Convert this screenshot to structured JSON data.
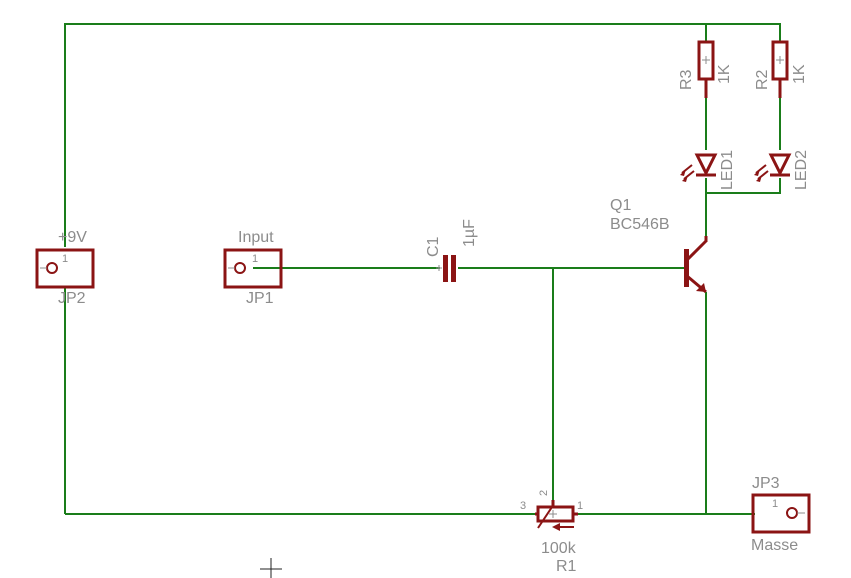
{
  "components": {
    "jp2": {
      "name": "JP2",
      "value": "+9V",
      "pin": "1"
    },
    "jp1": {
      "name": "JP1",
      "value": "Input",
      "pin": "1"
    },
    "jp3": {
      "name": "JP3",
      "value": "Masse",
      "pin": "1"
    },
    "c1": {
      "name": "C1",
      "value": "1µF"
    },
    "q1": {
      "name": "Q1",
      "value": "BC546B"
    },
    "r1": {
      "name": "R1",
      "value": "100k",
      "pins": [
        "3",
        "2",
        "1"
      ]
    },
    "r2": {
      "name": "R2",
      "value": "1K"
    },
    "r3": {
      "name": "R3",
      "value": "1K"
    },
    "led1": {
      "name": "LED1"
    },
    "led2": {
      "name": "LED2"
    }
  },
  "colors": {
    "wire": "#1a7d1a",
    "part": "#8b1414",
    "label": "#8c8c8c"
  }
}
